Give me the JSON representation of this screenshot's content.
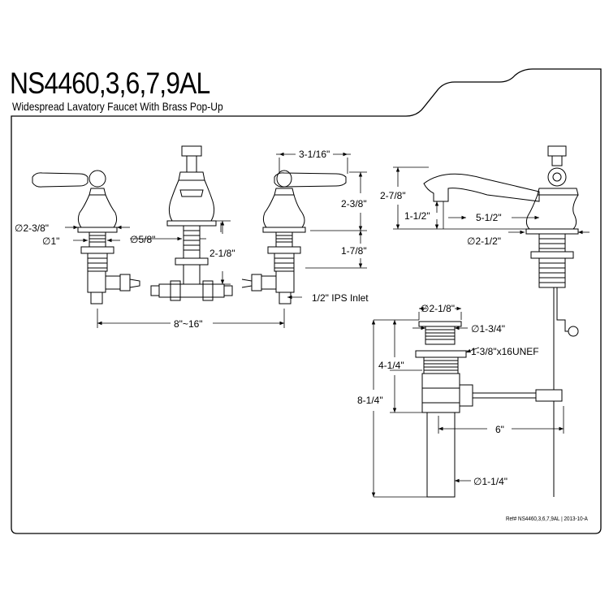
{
  "header": {
    "model": "NS4460,3,6,7,9AL",
    "description": "Widespread Lavatory Faucet With Brass Pop-Up"
  },
  "dimensions": {
    "handle_spread": "∅2-3/8\"",
    "handle_stem": "∅1\"",
    "spout_stem": "∅5/8\"",
    "spout_shank_length": "2-1/8\"",
    "handle_width": "3-1/16\"",
    "handle_height": "2-3/8\"",
    "handle_shank_length": "1-7/8\"",
    "inlet": "1/2\" IPS Inlet",
    "center_spread": "8\"~16\"",
    "spout_height": "2-7/8\"",
    "spout_clearance": "1-1/2\"",
    "spout_reach": "5-1/2\"",
    "spout_base": "∅2-1/2\"",
    "drain_flange": "∅2-1/8\"",
    "drain_body": "∅1-3/4\"",
    "drain_thread": "1-3/8\"x16UNEF",
    "drain_upper_length": "4-1/4\"",
    "drain_total_length": "8-1/4\"",
    "drain_rod_length": "6\"",
    "drain_tail": "∅1-1/4\""
  },
  "footer": {
    "reference": "Ref# NS4460,3,6,7,9AL | 2013-10-A"
  }
}
